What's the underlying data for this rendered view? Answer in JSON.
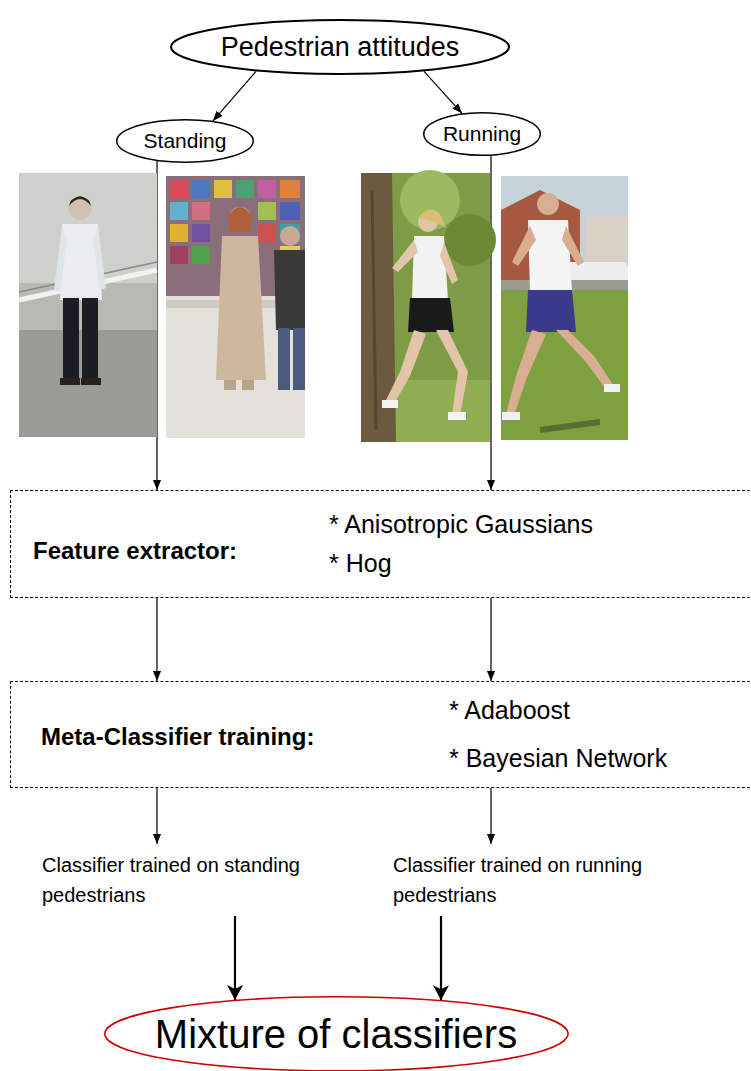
{
  "diagram": {
    "nodes": [
      {
        "text": [
          "Pedestrian attitudes"
        ]
      },
      {
        "text": [
          "Standing"
        ]
      },
      {
        "text": [
          "Running"
        ]
      },
      {
        "text": [
          "Feature extractor:",
          "* Anisotropic Gaussians",
          "* Hog"
        ]
      },
      {
        "text": [
          "Meta-Classifier training:",
          "* Adaboost",
          "* Bayesian Network"
        ]
      },
      {
        "text": [
          "Classifier trained on standing pedestrians"
        ]
      },
      {
        "text": [
          "Classifier trained on running pedestrians"
        ]
      },
      {
        "text": [
          "Mixture of classifiers"
        ]
      }
    ],
    "edges": [
      {
        "from": 0,
        "to": 1,
        "arrow": "to"
      },
      {
        "from": 0,
        "to": 2,
        "arrow": "to"
      },
      {
        "from": 1,
        "to": 3,
        "arrow": "to"
      },
      {
        "from": 2,
        "to": 3,
        "arrow": "to"
      },
      {
        "from": 3,
        "to": 4,
        "arrow": "to"
      },
      {
        "from": 3,
        "to": 4,
        "arrow": "to"
      },
      {
        "from": 4,
        "to": 5,
        "arrow": "to"
      },
      {
        "from": 4,
        "to": 6,
        "arrow": "to"
      },
      {
        "from": 5,
        "to": 7,
        "arrow": "to"
      },
      {
        "from": 6,
        "to": 7,
        "arrow": "to"
      }
    ]
  }
}
